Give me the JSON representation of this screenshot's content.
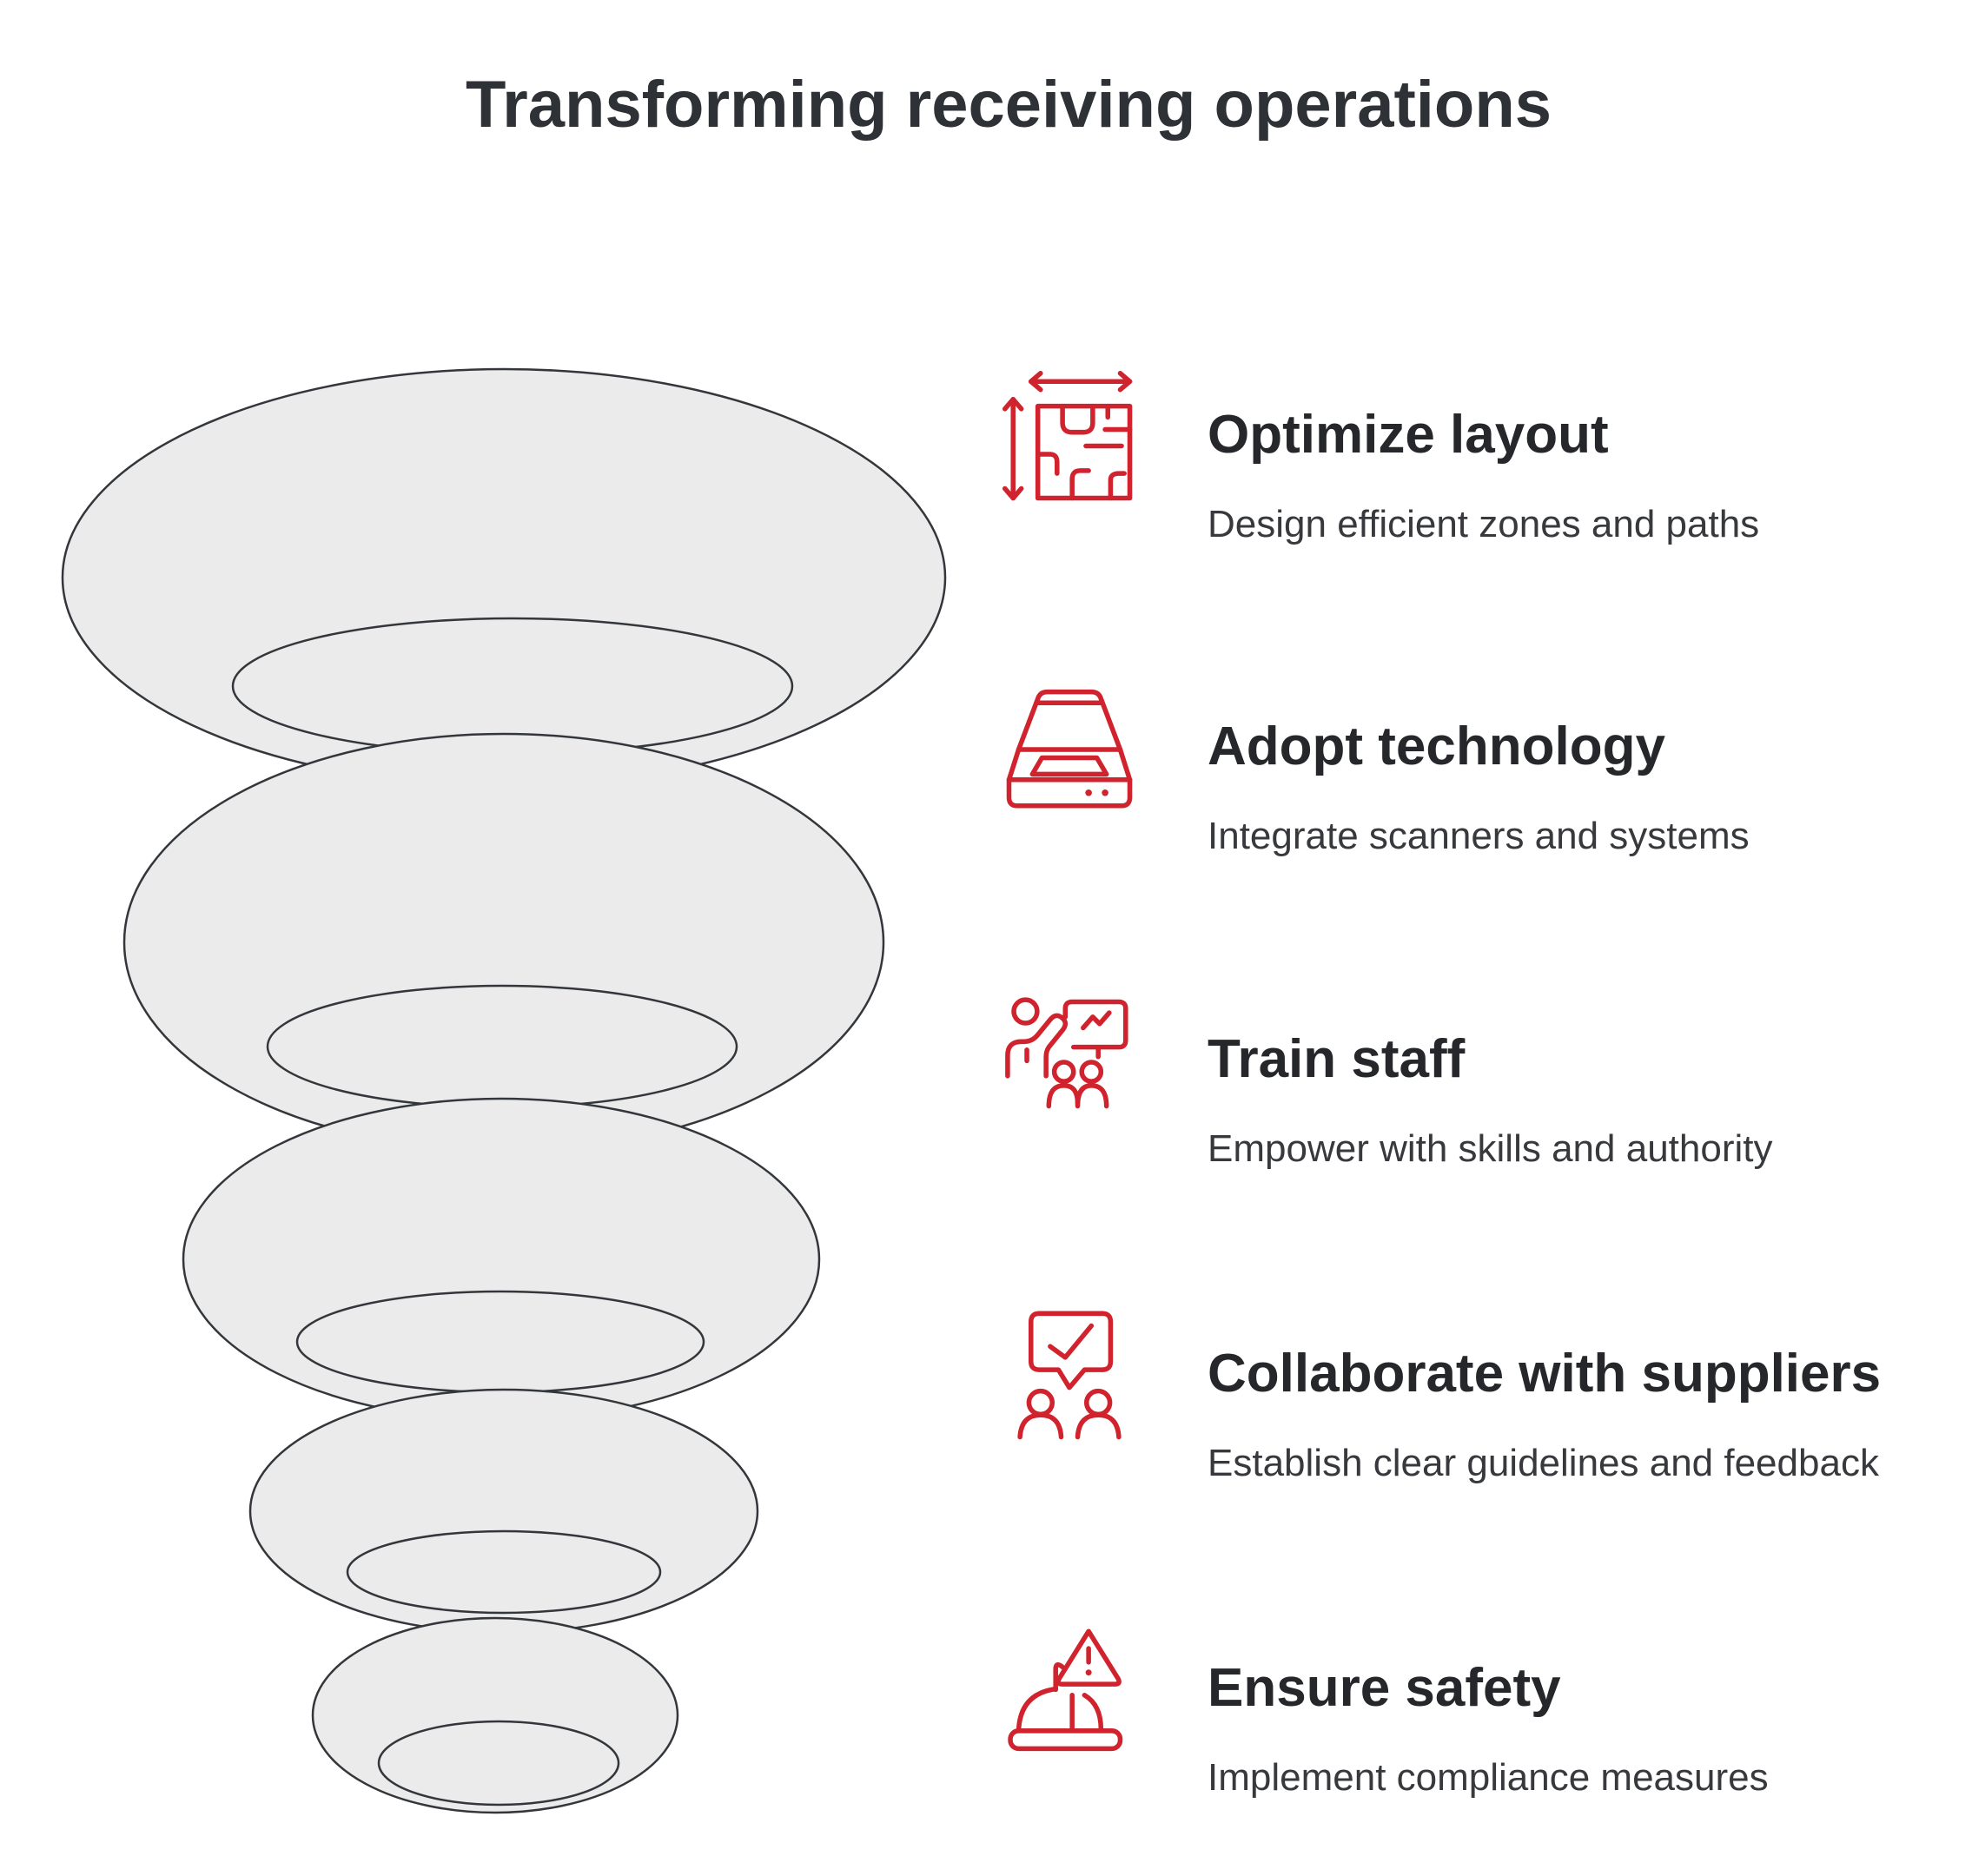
{
  "title": "Transforming receiving operations",
  "funnel": {
    "levels": 5,
    "shape": "five stacked tapering funnel tiers, largest on top"
  },
  "items": [
    {
      "icon": "resize-floor-plan-icon",
      "title": "Optimize layout",
      "description": "Design efficient zones and paths"
    },
    {
      "icon": "scanner-icon",
      "title": "Adopt technology",
      "description": "Integrate scanners and systems"
    },
    {
      "icon": "training-presentation-icon",
      "title": "Train staff",
      "description": "Empower with skills and authority"
    },
    {
      "icon": "feedback-bubble-people-icon",
      "title": "Collaborate with suppliers",
      "description": "Establish clear guidelines and feedback"
    },
    {
      "icon": "hard-hat-warning-icon",
      "title": "Ensure safety",
      "description": "Implement compliance measures"
    }
  ],
  "colors": {
    "accent_red": "#d0232d",
    "title_text": "#2e3135",
    "heading_text": "#25272b",
    "body_text": "#37393d",
    "funnel_fill": "#ebebeb",
    "funnel_stroke": "#33363a",
    "background": "#ffffff"
  }
}
